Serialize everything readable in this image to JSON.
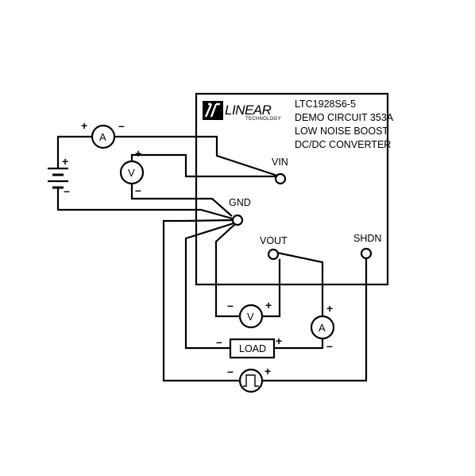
{
  "board": {
    "logo_main": "LINEAR",
    "logo_sub": "TECHNOLOGY",
    "title_lines": [
      "LTC1928S6-5",
      "DEMO CIRCUIT 353A",
      "LOW NOISE BOOST",
      "DC/DC CONVERTER"
    ]
  },
  "terminals": {
    "vin": "VIN",
    "gnd": "GND",
    "vout": "VOUT",
    "shdn": "SHDN"
  },
  "instruments": {
    "ammeter_in": "A",
    "voltmeter_in": "V",
    "voltmeter_out": "V",
    "ammeter_out": "A",
    "load": "LOAD"
  },
  "polarity": {
    "plus": "+",
    "minus": "–"
  }
}
